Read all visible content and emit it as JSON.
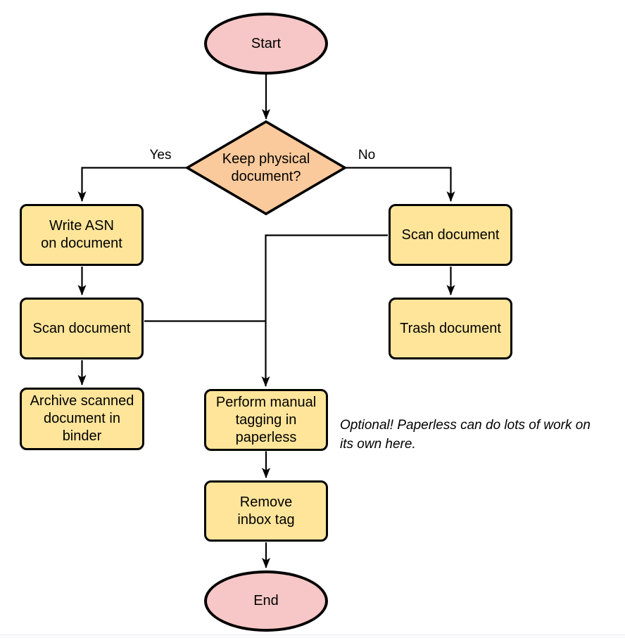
{
  "colors": {
    "terminal_fill": "#F6C7C6",
    "decision_fill": "#FBCA9C",
    "process_fill": "#FFE59A",
    "stroke": "#000000"
  },
  "nodes": {
    "start": {
      "label": "Start",
      "type": "terminal"
    },
    "decision": {
      "label": "Keep physical\ndocument?",
      "type": "decision"
    },
    "write_asn": {
      "label": "Write ASN\non document",
      "type": "process"
    },
    "scan_left": {
      "label": "Scan document",
      "type": "process"
    },
    "archive": {
      "label": "Archive scanned\ndocument in\nbinder",
      "type": "process"
    },
    "scan_right": {
      "label": "Scan document",
      "type": "process"
    },
    "trash": {
      "label": "Trash document",
      "type": "process"
    },
    "perform": {
      "label": "Perform manual\ntagging in\npaperless",
      "type": "process"
    },
    "remove": {
      "label": "Remove\ninbox tag",
      "type": "process"
    },
    "end": {
      "label": "End",
      "type": "terminal"
    }
  },
  "edge_labels": {
    "yes": "Yes",
    "no": "No"
  },
  "note": {
    "text": "Optional! Paperless can do lots of work on\nits own here."
  },
  "edges": [
    {
      "from": "start",
      "to": "decision",
      "label": ""
    },
    {
      "from": "decision",
      "to": "write_asn",
      "label": "Yes"
    },
    {
      "from": "decision",
      "to": "scan_right",
      "label": "No"
    },
    {
      "from": "write_asn",
      "to": "scan_left",
      "label": ""
    },
    {
      "from": "scan_left",
      "to": "archive",
      "label": ""
    },
    {
      "from": "scan_left",
      "to": "perform",
      "label": ""
    },
    {
      "from": "scan_right",
      "to": "trash",
      "label": ""
    },
    {
      "from": "scan_right",
      "to": "perform",
      "label": ""
    },
    {
      "from": "perform",
      "to": "remove",
      "label": ""
    },
    {
      "from": "remove",
      "to": "end",
      "label": ""
    }
  ]
}
